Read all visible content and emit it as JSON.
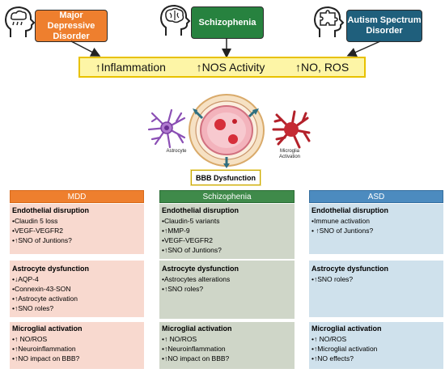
{
  "disorders": [
    {
      "label": "Major Depressive Disorder",
      "color": "#ee7f2e",
      "icon": "head-rain-icon"
    },
    {
      "label": "Schizophenia",
      "color": "#27823f",
      "icon": "head-brain-icon"
    },
    {
      "label": "Autism Spectrum Disorder",
      "color": "#1f5f7c",
      "icon": "head-puzzle-icon"
    }
  ],
  "banner": {
    "items": [
      "↑Inflammation",
      "↑NOS Activity",
      "↑NO, ROS"
    ],
    "fill": "#fdf5a6",
    "border": "#e8c100"
  },
  "illustration": {
    "astrocyte_label": "Astrocyte",
    "microglia_label": "Microglia Activation",
    "bbb_label": "BBB Dysfunction"
  },
  "columns": [
    {
      "header": "MDD",
      "header_color": "#ee7f2e",
      "band_color": "#f8d9cf",
      "sections": [
        {
          "title": "Endothelial disruption",
          "items": [
            "•Claudin 5 loss",
            "•VEGF-VEGFR2",
            "•↑SNO of Juntions?"
          ]
        },
        {
          "title": "Astrocyte dysfunction",
          "items": [
            "•↓AQP-4",
            "•Connexin-43-SON",
            "•↑Astrocyte activation",
            "•↑SNO roles?"
          ]
        },
        {
          "title": "Microglial activation",
          "items": [
            "•↑ NO/ROS",
            "•↑Neuroinflammation",
            "•↑NO impact on BBB?"
          ]
        }
      ]
    },
    {
      "header": "Schizophenia",
      "header_color": "#3f8a4a",
      "band_color": "#cfd6c8",
      "sections": [
        {
          "title": "Endothelial disruption",
          "items": [
            "•Claudin-5 variants",
            "•↑MMP-9",
            "•VEGF-VEGFR2",
            "•↑SNO of Juntions?"
          ]
        },
        {
          "title": "Astrocyte dysfunction",
          "items": [
            "•Astrocytes alterations",
            "•↑SNO roles?"
          ]
        },
        {
          "title": "Microglial activation",
          "items": [
            "•↑ NO/ROS",
            "•↑Neuroinflammation",
            "•↑NO impact on BBB?"
          ]
        }
      ]
    },
    {
      "header": "ASD",
      "header_color": "#4c8bbf",
      "band_color": "#cfe1ec",
      "sections": [
        {
          "title": "Endothelial disruption",
          "items": [
            "•Immune activation",
            "• ↑SNO of Juntions?"
          ]
        },
        {
          "title": "Astrocyte dysfunction",
          "items": [
            "•↑SNO roles?"
          ]
        },
        {
          "title": "Microglial activation",
          "items": [
            "•↑ NO/ROS",
            "•↑Microglial activation",
            "•↑NO effects?"
          ]
        }
      ]
    }
  ]
}
